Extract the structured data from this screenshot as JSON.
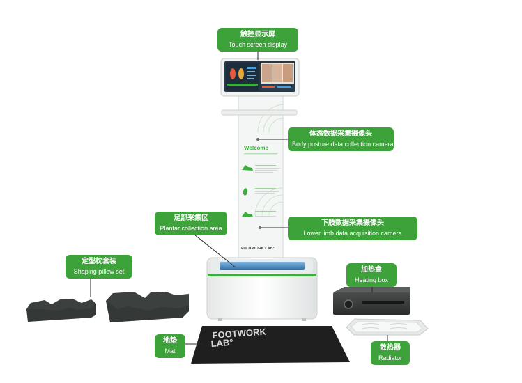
{
  "colors": {
    "label_green": "#3ea23b",
    "accent_green": "#3cae3c",
    "product_dark": "#3a3d3c",
    "mat_black": "#1f1f1f"
  },
  "labels": {
    "touch_screen": {
      "cn": "触控显示屏",
      "en": "Touch screen display"
    },
    "body_posture_camera": {
      "cn": "体态数据采集摄像头",
      "en": "Body posture data collection camera"
    },
    "plantar_area": {
      "cn": "足部采集区",
      "en": "Plantar collection area"
    },
    "lower_limb_camera": {
      "cn": "下肢数据采集摄像头",
      "en": "Lower limb data acquisition camera"
    },
    "pillow_set": {
      "cn": "定型枕套装",
      "en": "Shaping pillow set"
    },
    "heating_box": {
      "cn": "加热盒",
      "en": "Heating box"
    },
    "mat": {
      "cn": "地垫",
      "en": "Mat"
    },
    "radiator": {
      "cn": "散热器",
      "en": "Radiator"
    }
  },
  "kiosk": {
    "welcome": "Welcome",
    "brand": "FOOTWORK LAB°"
  },
  "mat_print": {
    "line1": "FOOTWORK",
    "line2": "LAB°"
  }
}
